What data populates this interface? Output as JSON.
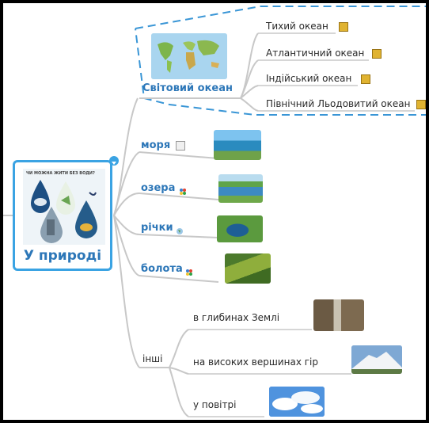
{
  "root": {
    "title": "У природі",
    "poster_caption": "ЧИ МОЖНА ЖИТИ БЕЗ ВОДИ?"
  },
  "world_ocean": {
    "label": "Світовий океан",
    "children": [
      {
        "label": "Тихий океан",
        "icon": "note-icon"
      },
      {
        "label": "Атлантичний океан",
        "icon": "note-icon"
      },
      {
        "label": "Індійський океан",
        "icon": "note-icon"
      },
      {
        "label": "Північний Льодовитий океан",
        "icon": "note-icon"
      }
    ]
  },
  "branches": [
    {
      "label": "моря",
      "icon": "calendar-icon"
    },
    {
      "label": "озера",
      "icon": "flower-icon"
    },
    {
      "label": "річки",
      "icon": "globe-icon"
    },
    {
      "label": "болота",
      "icon": "flower-icon"
    }
  ],
  "others": {
    "label": "інші",
    "children": [
      {
        "label": "в глибинах Землі"
      },
      {
        "label": "на високих вершинах гір"
      },
      {
        "label": "у повітрі"
      }
    ]
  },
  "colors": {
    "accent": "#2d77b8",
    "root_border": "#3aa3e3",
    "connector": "#c8c8c8",
    "dashed": "#3a96d6"
  }
}
